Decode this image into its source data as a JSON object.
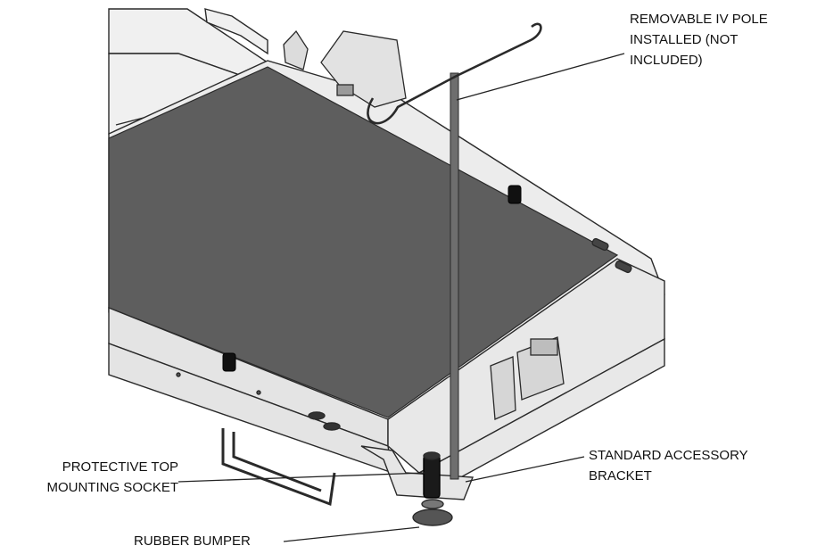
{
  "callouts": {
    "iv_pole": "REMOVABLE IV POLE\nINSTALLED (NOT\nINCLUDED)",
    "accessory_bracket": "STANDARD ACCESSORY\nBRACKET",
    "top_socket": "PROTECTIVE TOP\nMOUNTING SOCKET",
    "rubber_bumper": "RUBBER BUMPER"
  },
  "colors": {
    "deck": "#5e5e5e",
    "frame": "#e9e9e9",
    "outline": "#2a2a2a",
    "pole": "#6e6e6e",
    "leader": "#222222"
  }
}
